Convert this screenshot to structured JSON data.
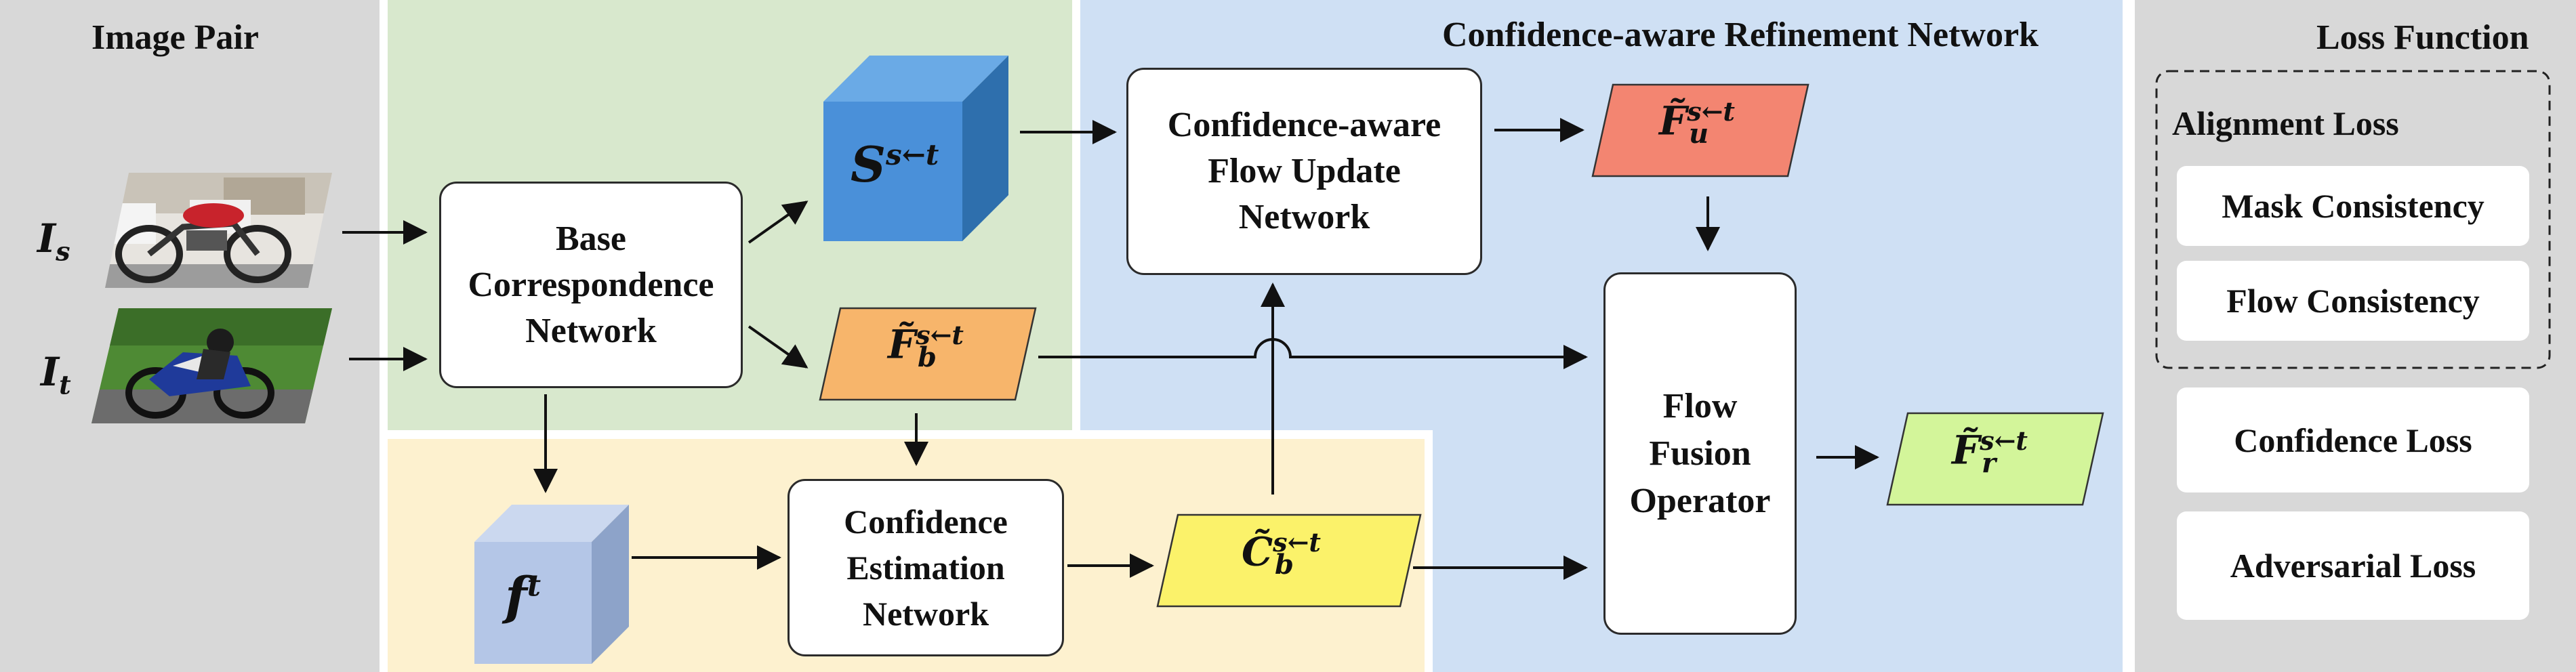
{
  "colors": {
    "gray_panel": "#d8d8d8",
    "green_panel": "#d8e8cd",
    "yellow_panel": "#fdf1cf",
    "blue_panel": "#cfe0f4",
    "cube_blue": "#4a90d9",
    "cube_lightblue": "#b4c6e7",
    "flow_base": "#f7b56b",
    "flow_update": "#f38571",
    "flow_refined": "#d3f59a",
    "confidence": "#fbf26a"
  },
  "image_pair": {
    "title": "Image Pair",
    "source_label": "I",
    "source_sub": "s",
    "target_label": "I",
    "target_sub": "t"
  },
  "base_network": {
    "line1": "Base",
    "line2": "Correspondence",
    "line3": "Network"
  },
  "cost_volume": {
    "symbol": "S",
    "superscript": "s←t"
  },
  "flow_base": {
    "symbol": "F̃",
    "superscript": "s←t",
    "subscript": "b"
  },
  "feature": {
    "symbol": "f",
    "superscript": "t"
  },
  "confidence_net": {
    "line1": "Confidence",
    "line2": "Estimation",
    "line3": "Network"
  },
  "confidence_map": {
    "symbol": "C̃",
    "superscript": "s←t",
    "subscript": "b"
  },
  "refinement": {
    "title": "Confidence-aware Refinement Network",
    "update_line1": "Confidence-aware",
    "update_line2": "Flow Update",
    "update_line3": "Network",
    "fusion_line1": "Flow",
    "fusion_line2": "Fusion",
    "fusion_line3": "Operator"
  },
  "flow_update": {
    "symbol": "F̃",
    "superscript": "s←t",
    "subscript": "u"
  },
  "flow_refined": {
    "symbol": "F̃",
    "superscript": "s←t",
    "subscript": "r"
  },
  "loss": {
    "title": "Loss Function",
    "alignment_title": "Alignment Loss",
    "mask": "Mask Consistency",
    "flow": "Flow Consistency",
    "confidence": "Confidence Loss",
    "adversarial": "Adversarial Loss"
  }
}
